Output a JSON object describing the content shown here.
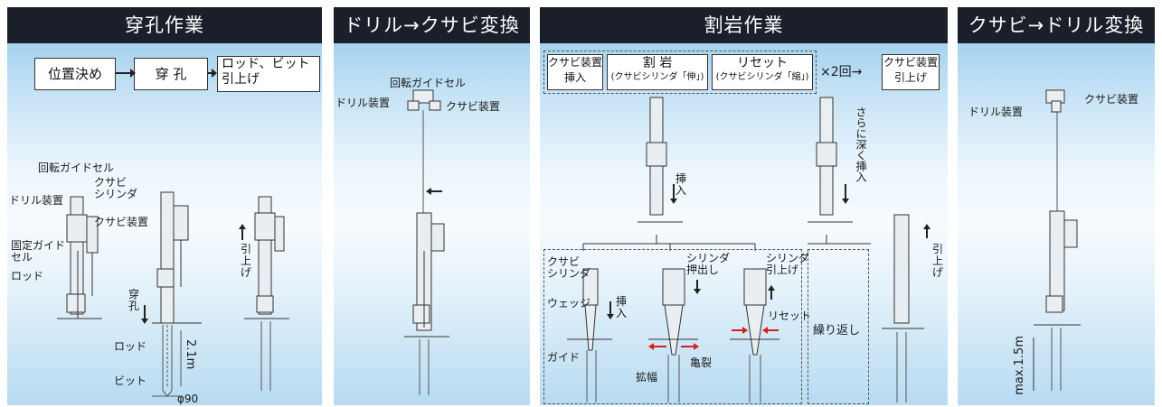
{
  "panels": {
    "drilling": {
      "title": "穿孔作業",
      "flow": [
        "位置決め",
        "穿 孔",
        "ロッド、ビット\n引上げ"
      ],
      "labels": {
        "rotary_guide_cell": "回転ガイドセル",
        "drill_unit": "ドリル装置",
        "wedge_cylinder": "クサビ\nシリンダ",
        "wedge_unit": "クサビ装置",
        "fixed_guide_cell": "固定ガイド\nセル",
        "rod": "ロッド",
        "drilling_arrow": "穿\n孔",
        "pull_up": "引\n上\nげ",
        "rod2": "ロッド",
        "bit": "ビット",
        "depth": "2.1m",
        "diameter": "φ90"
      }
    },
    "drill_to_wedge": {
      "title": "ドリル→クサビ変換",
      "labels": {
        "rotary_guide_cell": "回転ガイドセル",
        "drill_unit": "ドリル装置",
        "wedge_unit": "クサビ装置"
      }
    },
    "splitting": {
      "title": "割岩作業",
      "flow": {
        "insert": "クサビ装置\n挿入",
        "split_main": "割 岩",
        "split_sub": "(クサビシリンダ「伸」)",
        "reset_main": "リセット",
        "reset_sub": "(クサビシリンダ「縮」)",
        "repeat": "×2回→",
        "pull_up": "クサビ装置\n引上げ"
      },
      "labels": {
        "insert": "挿\n入",
        "deeper_insert": "さらに深く挿入",
        "pull_up": "引\n上\nげ",
        "wedge_cylinder": "クサビ\nシリンダ",
        "wedge": "ウェッジ",
        "insert2": "挿\n入",
        "guide": "ガイド",
        "cylinder_extend": "シリンダ\n押出し",
        "widen": "拡幅",
        "crack": "亀裂",
        "cylinder_retract": "シリンダ\n引上げ",
        "reset": "リセット",
        "repeat": "繰り返し"
      }
    },
    "wedge_to_drill": {
      "title": "クサビ→ドリル変換",
      "labels": {
        "drill_unit": "ドリル装置",
        "wedge_unit": "クサビ装置",
        "max_depth": "max.1.5m"
      }
    }
  },
  "colors": {
    "header_bg": "#1b1f2a",
    "accent_arrow": "#d42020"
  }
}
